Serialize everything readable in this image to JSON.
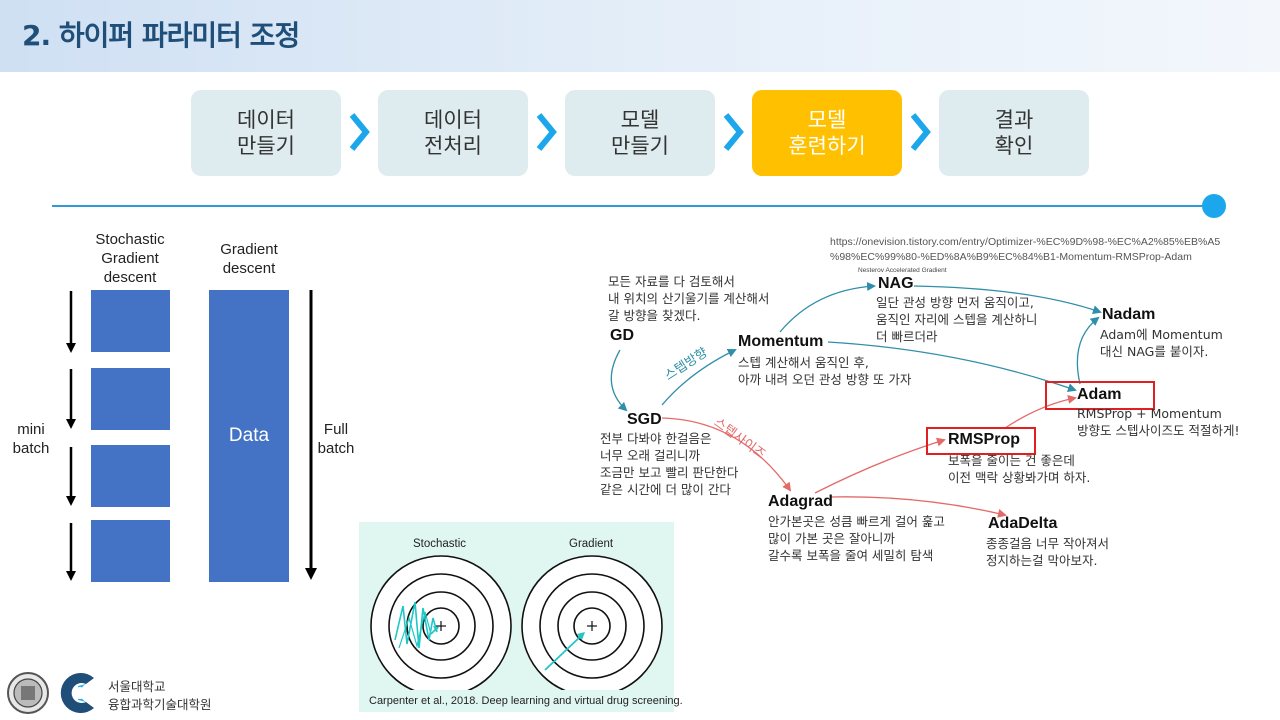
{
  "title": "2. 하이퍼 파라미터 조정",
  "pipeline": [
    {
      "line1": "데이터",
      "line2": "만들기",
      "active": false
    },
    {
      "line1": "데이터",
      "line2": "전처리",
      "active": false
    },
    {
      "line1": "모델",
      "line2": "만들기",
      "active": false
    },
    {
      "line1": "모델",
      "line2": "훈련하기",
      "active": true
    },
    {
      "line1": "결과",
      "line2": "확인",
      "active": false
    }
  ],
  "batch_diagram": {
    "sgd_label_1": "Stochastic",
    "sgd_label_2": "Gradient",
    "sgd_label_3": "descent",
    "gd_label_1": "Gradient",
    "gd_label_2": "descent",
    "mini_label_1": "mini",
    "mini_label_2": "batch",
    "data_label": "Data",
    "full_label_1": "Full",
    "full_label_2": "batch"
  },
  "optimizer_map": {
    "source_url_1": "https://onevision.tistory.com/entry/Optimizer-%EC%9D%98-%EC%A2%85%EB%A5",
    "source_url_2": "%98%EC%99%80-%ED%8A%B9%EC%84%B1-Momentum-RMSProp-Adam",
    "nag_subtitle": "Nesterov Accelerated Gradient",
    "nodes": {
      "gd": "GD",
      "sgd": "SGD",
      "momentum": "Momentum",
      "nag": "NAG",
      "nadam": "Nadam",
      "adam": "Adam",
      "rmsprop": "RMSProp",
      "adagrad": "Adagrad",
      "adadelta": "AdaDelta"
    },
    "desc": {
      "gd": [
        "모든 자료를 다 검토해서",
        "내 위치의 산기울기를 계산해서",
        "갈 방향을 찾겠다."
      ],
      "sgd": [
        "전부 다봐야 한걸음은",
        "너무 오래 걸리니까",
        "조금만 보고 빨리 판단한다",
        "같은 시간에 더 많이 간다"
      ],
      "momentum": [
        "스텝 계산해서 움직인 후,",
        "아까 내려 오던 관성 방향 또 가자"
      ],
      "nag": [
        "일단 관성 방향 먼저 움직이고,",
        "움직인 자리에 스텝을 계산하니",
        "더 빠르더라"
      ],
      "nadam": [
        "Adam에 Momentum",
        "대신 NAG를 붙이자."
      ],
      "adam": [
        "RMSProp + Momentum",
        "방향도 스텝사이즈도 적절하게!"
      ],
      "rmsprop": [
        "보폭을 줄이는 건 좋은데",
        "이전 맥락 상황봐가며 하자."
      ],
      "adagrad": [
        "안가본곳은 성큼 빠르게 걸어 훑고",
        "많이 가본 곳은 잘아니까",
        "갈수록 보폭을 줄여 세밀히 탐색"
      ],
      "adadelta": [
        "종종걸음 너무 작아져서",
        "정지하는걸 막아보자."
      ]
    },
    "branch_direction": "스텝방향",
    "branch_size": "스텝사이즈",
    "color_direction": "#2f8fa8",
    "color_size": "#e46a6a"
  },
  "contour_figure": {
    "left_title": "Stochastic",
    "right_title": "Gradient",
    "caption": "Carpenter et al., 2018. Deep learning and virtual drug screening."
  },
  "footer": {
    "line1": "서울대학교",
    "line2": "융합과학기술대학원"
  }
}
